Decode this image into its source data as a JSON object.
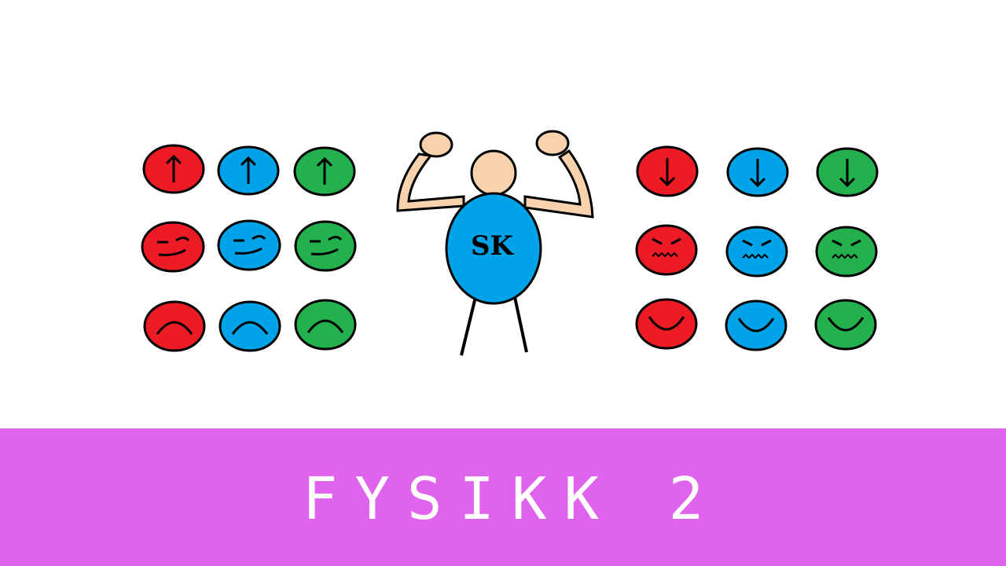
{
  "colors": {
    "background": "#ffffff",
    "banner": "#e063ee",
    "red": "#ed1c24",
    "blue": "#00a2e8",
    "green": "#22b14c",
    "skin": "#f7d2ac",
    "shirt": "#00a2e8",
    "outline": "#000000",
    "title_text": "#ffffff"
  },
  "figure": {
    "shirt_label": "SK"
  },
  "left_grid": {
    "rows": [
      "arrow-up",
      "smirk-face",
      "frown-face"
    ],
    "columns": [
      "red",
      "blue",
      "green"
    ]
  },
  "right_grid": {
    "rows": [
      "arrow-down",
      "grimace-face",
      "smile-face"
    ],
    "columns": [
      "red",
      "blue",
      "green"
    ]
  },
  "banner": {
    "title": "FYSIKK 2"
  }
}
